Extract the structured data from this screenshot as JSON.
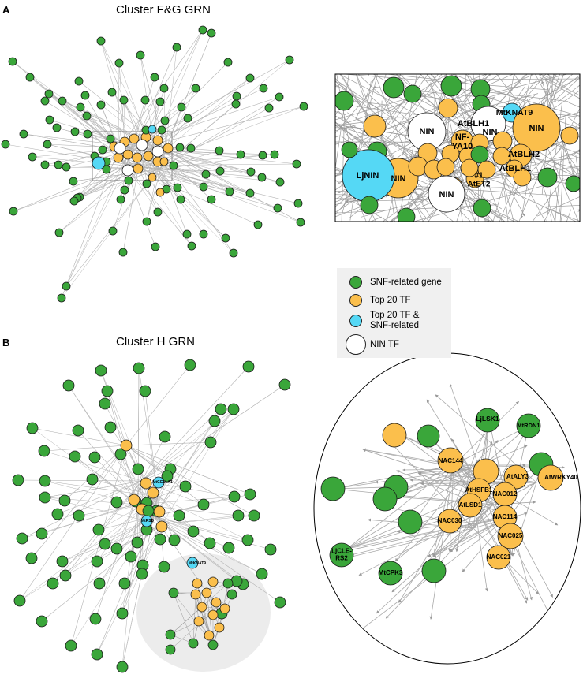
{
  "colors": {
    "snf": "#3aa63a",
    "top20": "#fbbf4c",
    "both": "#55d8f5",
    "nin": "#ffffff",
    "edge": "#b3b3b3",
    "legend_bg": "#f0f0f0"
  },
  "panel_a": {
    "letter": "A",
    "title": "Cluster F&G GRN",
    "zoom_labels": {
      "nin1": "NIN",
      "nin2": "NIN",
      "nin3": "NIN",
      "nin4": "NIN",
      "ljnin": "LjNIN",
      "mtknat9": "MtKNAT9",
      "atblh1a": "AtBLH1",
      "atblh1b": "AtBLH1",
      "atblh2": "AtBLH2",
      "nfya10": "NF-\nYA10",
      "atet2": "#1\nAtET2",
      "nin_big": "NIN"
    }
  },
  "panel_b": {
    "letter": "B",
    "title": "Cluster H GRN",
    "overview_labels": {
      "mtgella1": "MtGELLA1",
      "mtrsd": "MtRSD",
      "mtknat9": "MtKNAT9"
    },
    "zoom_labels": {
      "ljlsk1": "LjLSK1",
      "mtrdn1": "MtRDN1",
      "nac144": "NAC144",
      "ataly3": "AtALY3",
      "atwrky40": "AtWRKY40",
      "athsfb1": "AtHSFB1",
      "nac012": "NAC012",
      "nac114": "NAC114",
      "atlsd1": "AtLSD1",
      "nac025": "NAC025",
      "nac030": "NAC030",
      "nac021": "NAC021",
      "ljclers2": "LjCLE-\nRS2",
      "mtcpk3": "MtCPK3"
    }
  },
  "legend": [
    {
      "label": "SNF-related gene",
      "color_key": "snf"
    },
    {
      "label": "Top 20 TF",
      "color_key": "top20"
    },
    {
      "label": "Top 20 TF &\nSNF-related",
      "color_key": "both"
    },
    {
      "label": "NIN TF",
      "color_key": "nin"
    }
  ]
}
